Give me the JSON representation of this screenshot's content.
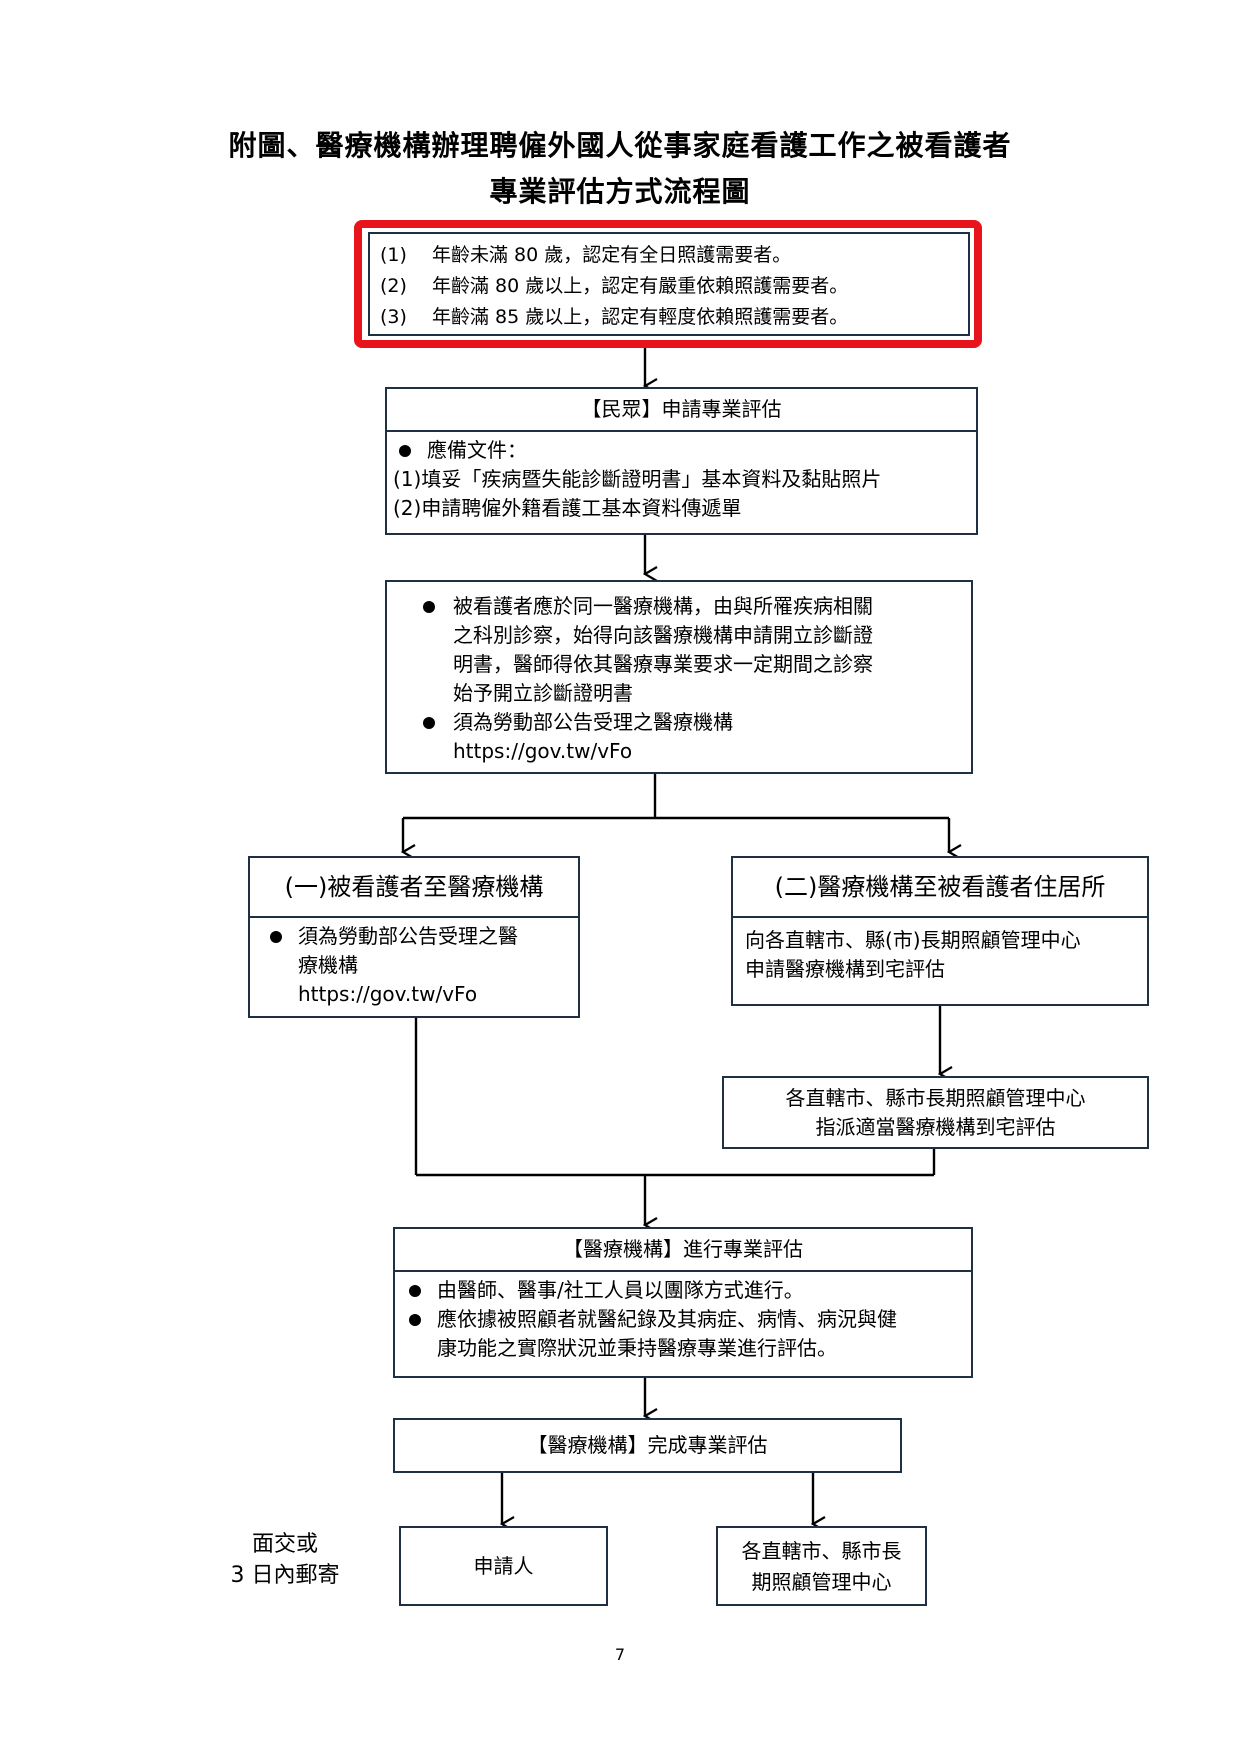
{
  "title": {
    "line1": "附圖、醫療機構辦理聘僱外國人從事家庭看護工作之被看護者",
    "line2": "專業評估方式流程圖"
  },
  "criteria": [
    {
      "num": "(1)",
      "text": "年齡未滿 80 歲，認定有全日照護需要者。"
    },
    {
      "num": "(2)",
      "text": "年齡滿 80 歲以上，認定有嚴重依賴照護需要者。"
    },
    {
      "num": "(3)",
      "text": "年齡滿 85 歲以上，認定有輕度依賴照護需要者。"
    }
  ],
  "apply": {
    "header": "【民眾】申請專業評估",
    "docs_label": "應備文件：",
    "doc1": "(1)填妥「疾病暨失能診斷證明書」基本資料及黏貼照片",
    "doc2": "(2)申請聘僱外籍看護工基本資料傳遞單"
  },
  "rules": {
    "bullet1_lines": [
      "被看護者應於同一醫療機構，由與所罹疾病相關",
      "之科別診察，始得向該醫療機構申請開立診斷證",
      "明書，醫師得依其醫療專業要求一定期間之診察",
      "始予開立診斷證明書"
    ],
    "bullet2": "須為勞動部公告受理之醫療機構",
    "url": "https://gov.tw/vFo"
  },
  "option1": {
    "header": "(一)被看護者至醫療機構",
    "bullet_lines": [
      "須為勞動部公告受理之醫",
      "療機構"
    ],
    "url": "https://gov.tw/vFo"
  },
  "option2": {
    "header": "(二)醫療機構至被看護者住居所",
    "body_lines": [
      "向各直轄市、縣(市)長期照顧管理中心",
      "申請醫療機構到宅評估"
    ]
  },
  "dispatch": {
    "lines": [
      "各直轄市、縣市長期照顧管理中心",
      "指派適當醫療機構到宅評估"
    ]
  },
  "assess": {
    "header": "【醫療機構】進行專業評估",
    "bullet1": "由醫師、醫事/社工人員以團隊方式進行。",
    "bullet2_lines": [
      "應依據被照顧者就醫紀錄及其病症、病情、病況與健",
      "康功能之實際狀況並秉持醫療專業進行評估。"
    ]
  },
  "complete": {
    "label": "【醫療機構】完成專業評估"
  },
  "delivery_note": {
    "lines": [
      "面交或",
      "3 日內郵寄"
    ]
  },
  "recipient_applicant": {
    "label": "申請人"
  },
  "recipient_center": {
    "lines": [
      "各直轄市、縣市長",
      "期照顧管理中心"
    ]
  },
  "page_number": "7",
  "colors": {
    "highlight": "#e8141b",
    "box_border": "#1f2f44",
    "line": "#000000"
  }
}
